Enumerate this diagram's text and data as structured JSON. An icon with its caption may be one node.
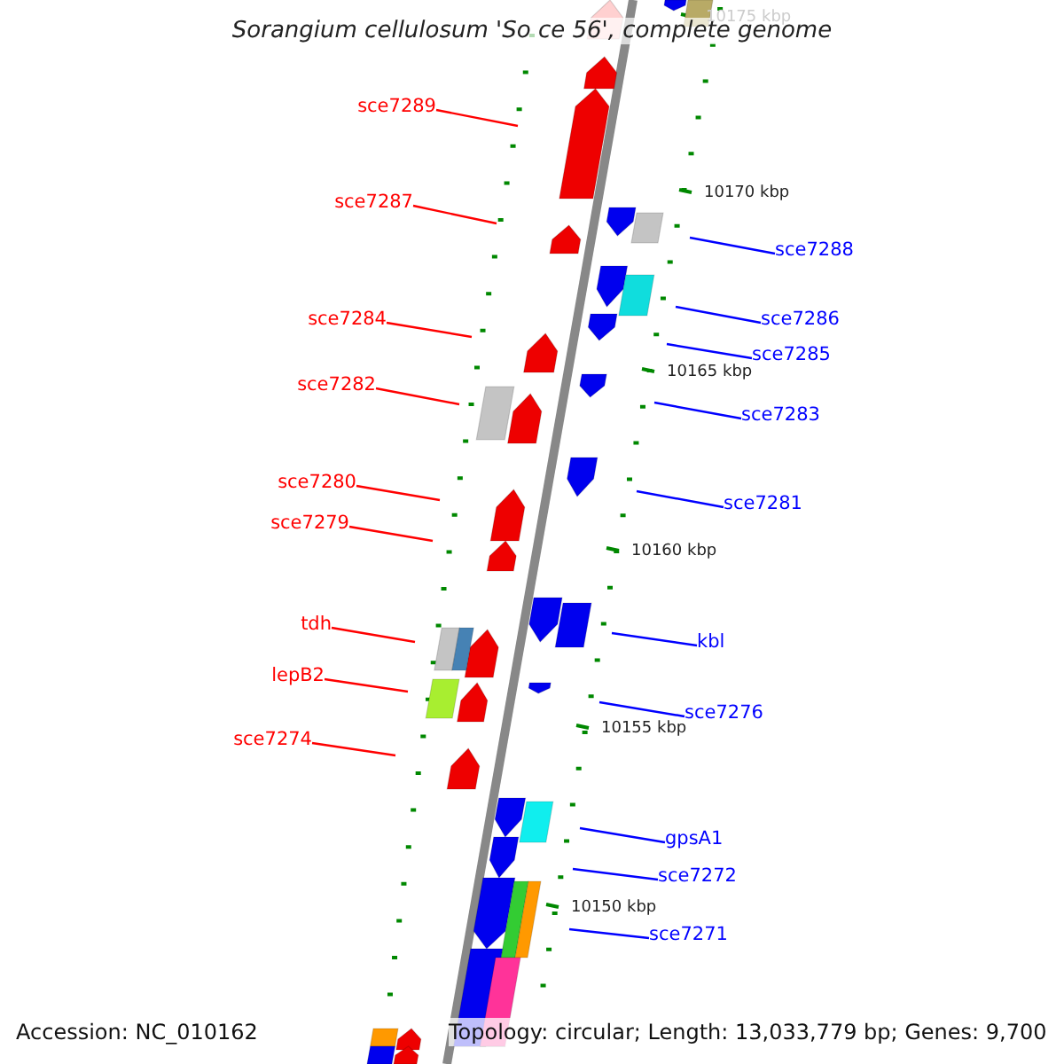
{
  "diagram": {
    "title": "Sorangium cellulosum 'So ce 56', complete genome",
    "nodes": [
      {
        "text": [
          "sce7289"
        ]
      },
      {
        "text": [
          "sce7287"
        ]
      },
      {
        "text": [
          "sce7288"
        ]
      },
      {
        "text": [
          "sce7284"
        ]
      },
      {
        "text": [
          "sce7286"
        ]
      },
      {
        "text": [
          "sce7285"
        ]
      },
      {
        "text": [
          "sce7282"
        ]
      },
      {
        "text": [
          "sce7283"
        ]
      },
      {
        "text": [
          "sce7280"
        ]
      },
      {
        "text": [
          "sce7281"
        ]
      },
      {
        "text": [
          "sce7279"
        ]
      },
      {
        "text": [
          "tdh"
        ]
      },
      {
        "text": [
          "kbl"
        ]
      },
      {
        "text": [
          "lepB2"
        ]
      },
      {
        "text": [
          "sce7276"
        ]
      },
      {
        "text": [
          "sce7274"
        ]
      },
      {
        "text": [
          "gpsA1"
        ]
      },
      {
        "text": [
          "sce7272"
        ]
      },
      {
        "text": [
          "sce7271"
        ]
      }
    ],
    "edges": [
      {
        "from": 0,
        "to": null,
        "arrow": "none",
        "color": "#ff0000"
      },
      {
        "from": 1,
        "to": null,
        "arrow": "none",
        "color": "#ff0000"
      },
      {
        "from": 2,
        "to": null,
        "arrow": "none"
      },
      {
        "from": 3,
        "to": null,
        "arrow": "none",
        "color": "#ff0000"
      },
      {
        "from": 4,
        "to": null,
        "arrow": "none"
      },
      {
        "from": 5,
        "to": null,
        "arrow": "none"
      },
      {
        "from": 6,
        "to": null,
        "arrow": "none",
        "color": "#ff0000"
      },
      {
        "from": 7,
        "to": null,
        "arrow": "none"
      },
      {
        "from": 8,
        "to": null,
        "arrow": "none",
        "color": "#ff0000"
      },
      {
        "from": 9,
        "to": null,
        "arrow": "none"
      },
      {
        "from": 10,
        "to": null,
        "arrow": "none",
        "color": "#ff0000"
      },
      {
        "from": 11,
        "to": null,
        "arrow": "none",
        "color": "#ff0000"
      },
      {
        "from": 12,
        "to": null,
        "arrow": "none"
      },
      {
        "from": 13,
        "to": null,
        "arrow": "none",
        "color": "#ff0000"
      },
      {
        "from": 14,
        "to": null,
        "arrow": "none"
      },
      {
        "from": 15,
        "to": null,
        "arrow": "none",
        "color": "#ff0000"
      },
      {
        "from": 16,
        "to": null,
        "arrow": "none"
      },
      {
        "from": 17,
        "to": null,
        "arrow": "none"
      },
      {
        "from": 18,
        "to": null,
        "arrow": "none"
      }
    ],
    "labels": [
      "10175 kbp",
      "10170 kbp",
      "10165 kbp",
      "10160 kbp",
      "10155 kbp",
      "10150 kbp",
      "Accession: NC_010162",
      "Topology: circular; Length: 13,033,779 bp; Genes: 9,700"
    ]
  }
}
